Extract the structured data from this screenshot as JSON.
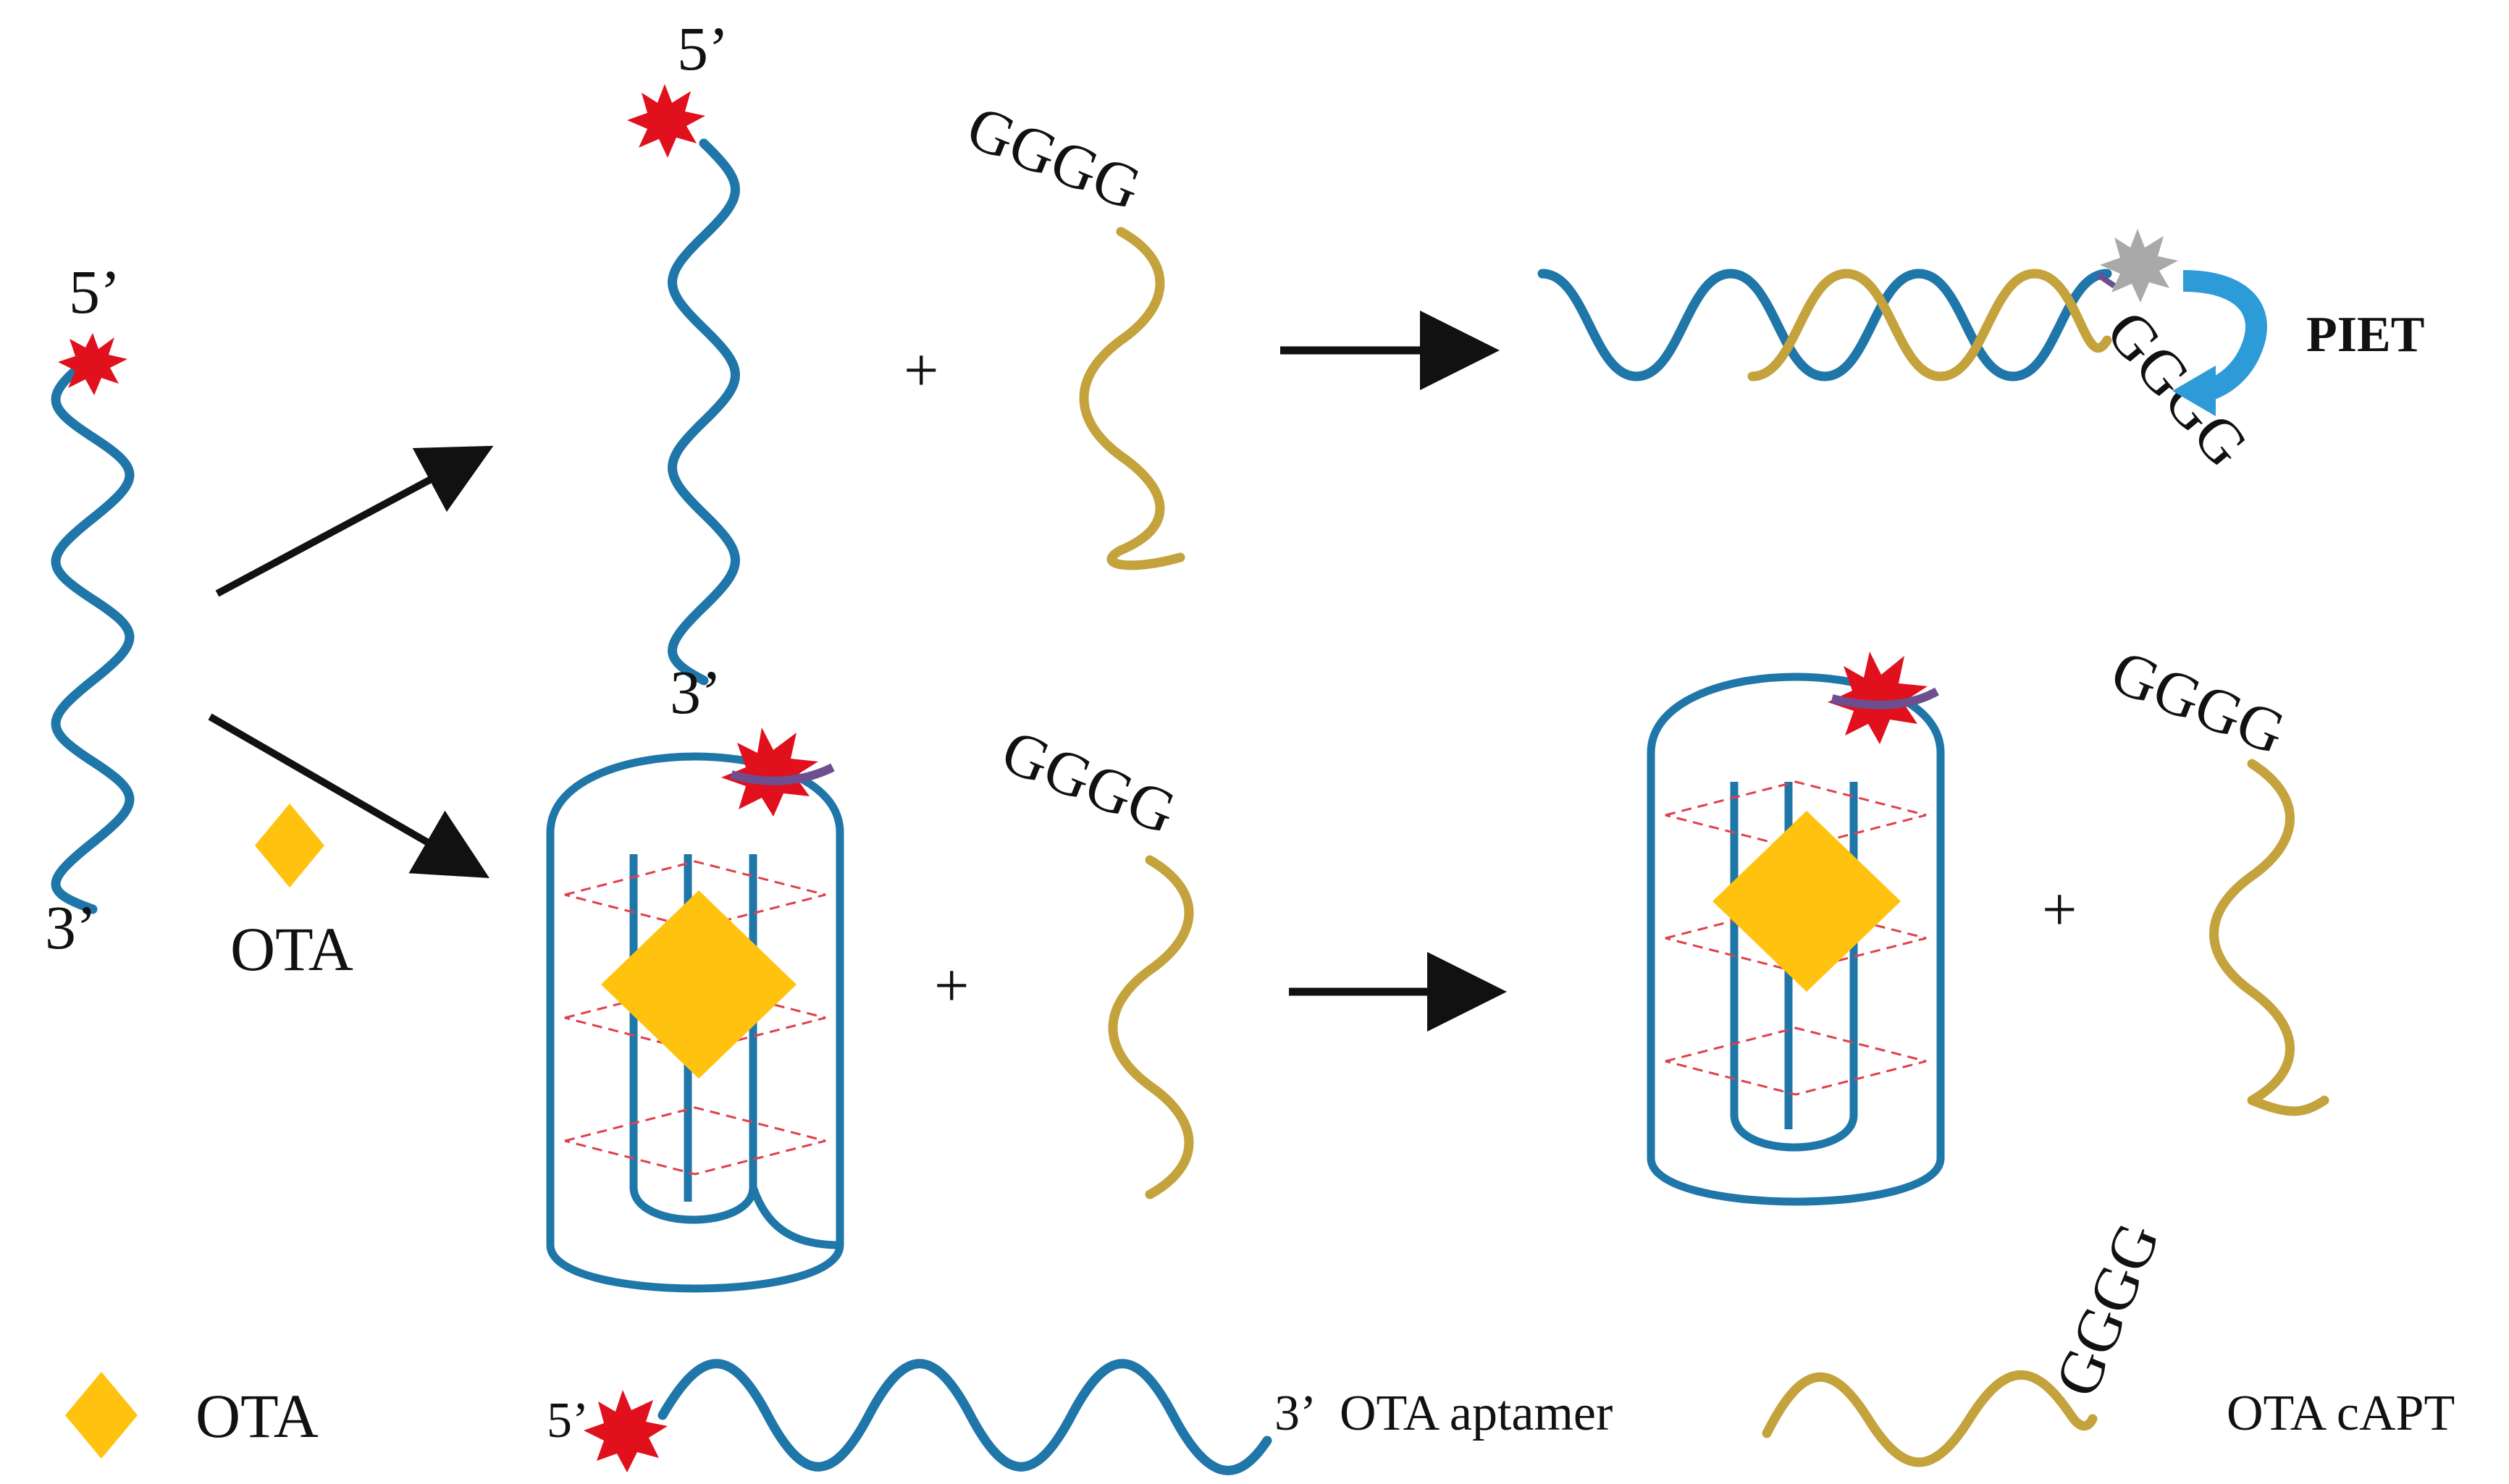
{
  "colors": {
    "aptamer": "#1F76A9",
    "complement": "#C4A23C",
    "fluorophore": "#E0101C",
    "quenched_fluorophore": "#A9A9A9",
    "target": "#FFC20E",
    "arrow": "#111111",
    "transfer_arrow": "#2E9BD9",
    "quartet_rung": "#E0404A",
    "overlap_band": "#6E4E8E"
  },
  "icons": {
    "fluorophore": "star-burst-icon",
    "target": "diamond-icon",
    "reaction_arrow": "right-arrow-icon",
    "transfer_arrow": "curved-arrow-icon"
  },
  "labels": {
    "five_prime": "5’",
    "three_prime": "3’",
    "guanine_tail": "GGGG",
    "plus": "+",
    "piet": "PIET",
    "ota": "OTA"
  },
  "legend": {
    "target_label": "OTA",
    "aptamer_five_prime": "5’",
    "aptamer_three_prime": "3’",
    "aptamer_label": "OTA aptamer",
    "complement_tail": "GGGG",
    "complement_label": "OTA cAPT"
  }
}
